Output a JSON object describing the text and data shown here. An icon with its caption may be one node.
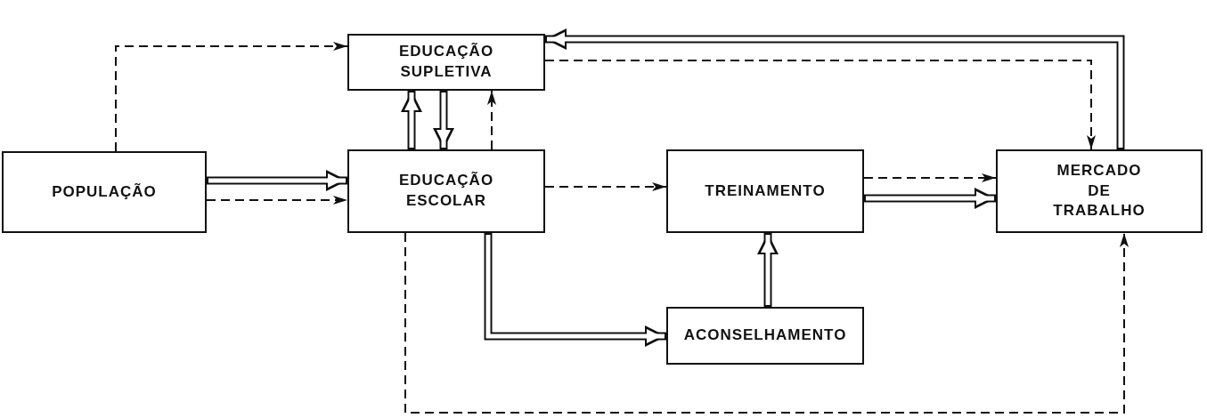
{
  "diagram": {
    "nodes": [
      {
        "text": [
          "POPULAÇÃO"
        ]
      },
      {
        "text": [
          "EDUCAÇÃO SUPLETIVA"
        ]
      },
      {
        "text": [
          "EDUCAÇÃO ESCOLAR"
        ]
      },
      {
        "text": [
          "TREINAMENTO"
        ]
      },
      {
        "text": [
          "ACONSELHAMENTO"
        ]
      },
      {
        "text": [
          "MERCADO DE TRABALHO"
        ]
      }
    ],
    "edges": [
      {
        "from": 0,
        "to": 1,
        "arrow": "to",
        "style": "dashed"
      },
      {
        "from": 0,
        "to": 2,
        "arrow": "to",
        "style": "thick"
      },
      {
        "from": 0,
        "to": 2,
        "arrow": "to",
        "style": "dashed"
      },
      {
        "from": 2,
        "to": 1,
        "arrow": "to",
        "style": "thick"
      },
      {
        "from": 1,
        "to": 2,
        "arrow": "to",
        "style": "thick"
      },
      {
        "from": 2,
        "to": 1,
        "arrow": "to",
        "style": "dashed"
      },
      {
        "from": 2,
        "to": 3,
        "arrow": "to",
        "style": "dashed"
      },
      {
        "from": 3,
        "to": 5,
        "arrow": "to",
        "style": "dashed"
      },
      {
        "from": 3,
        "to": 5,
        "arrow": "to",
        "style": "thick"
      },
      {
        "from": 2,
        "to": 4,
        "arrow": "to",
        "style": "thick"
      },
      {
        "from": 4,
        "to": 3,
        "arrow": "to",
        "style": "thick"
      },
      {
        "from": 5,
        "to": 1,
        "arrow": "to",
        "style": "thick"
      },
      {
        "from": 1,
        "to": 5,
        "arrow": "to",
        "style": "dashed"
      },
      {
        "from": 2,
        "to": 5,
        "arrow": "to",
        "style": "dashed"
      }
    ]
  }
}
